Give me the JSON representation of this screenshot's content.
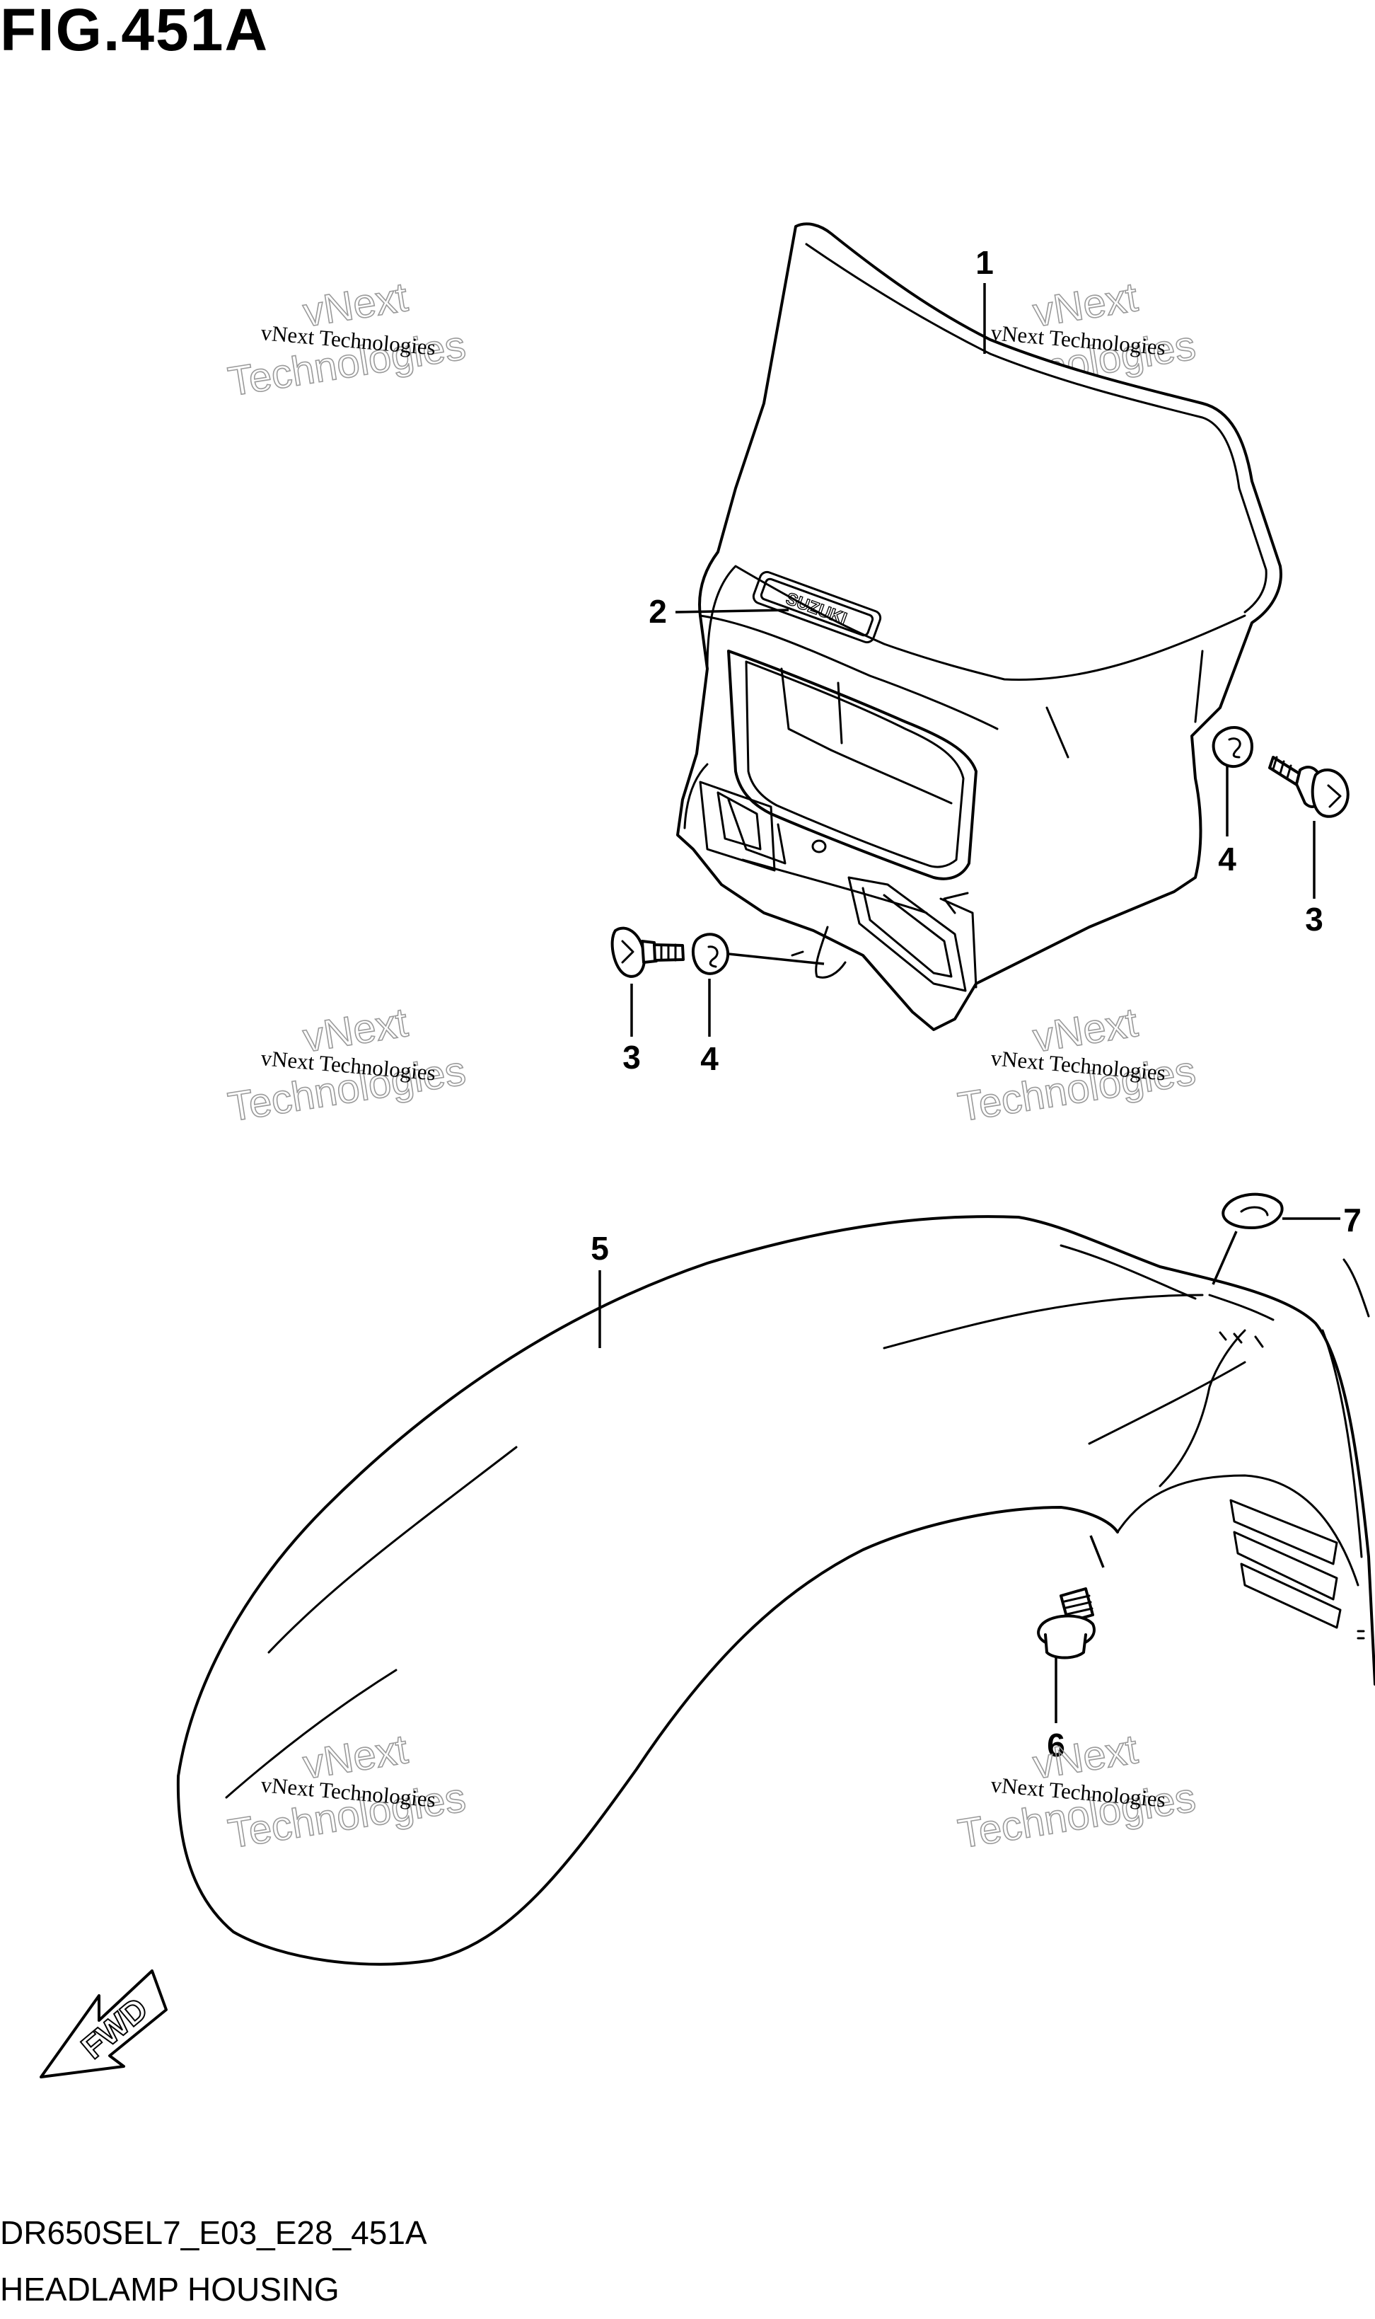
{
  "figure_title": "FIG.451A",
  "diagram_code": "DR650SEL7_E03_E28_451A",
  "diagram_name": "HEADLAMP HOUSING",
  "brand_on_part": "SUZUKI",
  "fwd_arrow_label": "FWD",
  "watermark": {
    "small": "vNext Technologies",
    "large_line1": "vNext",
    "large_line2": "Technologies"
  },
  "callouts": {
    "c1": "1",
    "c2": "2",
    "c3a": "3",
    "c4a": "4",
    "c3b": "3",
    "c4b": "4",
    "c5": "5",
    "c6": "6",
    "c7": "7"
  }
}
